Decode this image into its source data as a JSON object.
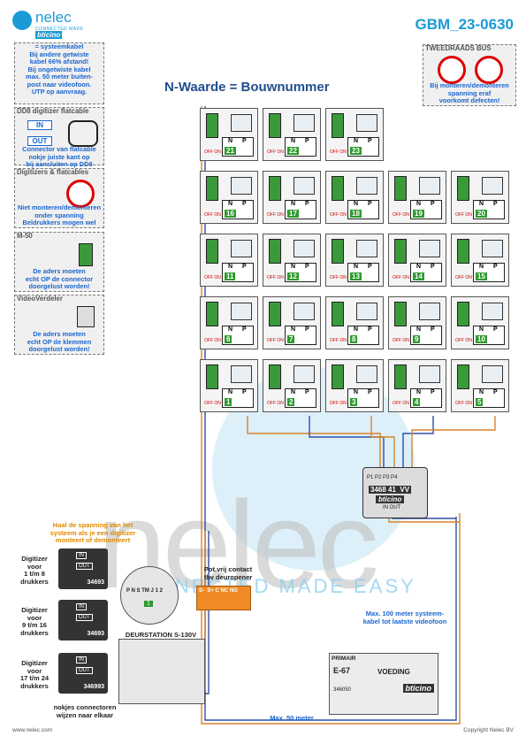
{
  "header": {
    "code": "GBM_23-0630",
    "brand": "nelec",
    "brand_sub": "CONNECTED MADE EASY",
    "brand_partner": "bticino",
    "heading": "N-Waarde = Bouwnummer"
  },
  "notes": {
    "systeemkabel": {
      "title": "= systeemkabel",
      "lines": [
        "Bij andere getwiste",
        "kabel 66% afstand!",
        "Bij ongetwiste kabel",
        "max. 50 meter buiten-",
        "post naar videofoon.",
        "UTP op aanvraag."
      ]
    },
    "dd8": {
      "title": "DD8 digitizer flatcable",
      "in": "IN",
      "out": "OUT",
      "lines": [
        "Connector van flatcable",
        "nokje juiste kant op",
        "bij aansluiten op DD8"
      ]
    },
    "digitizers": {
      "title": "Digitizers & flatcables",
      "lines": [
        "Niet monteren/demonteren",
        "onder spanning",
        "Beldrukkers mogen wel"
      ]
    },
    "m50": {
      "title": "M-50",
      "lines": [
        "De aders moeten",
        "echt OP de connector",
        "doorgelust worden!"
      ]
    },
    "videoverdeler": {
      "title": "VideoVerdeler",
      "lines": [
        "De aders moeten",
        "echt OP de klemmen",
        "doorgelust worden!"
      ]
    },
    "tweedraads": {
      "title": "TWEEDRAADS BUS",
      "lines": [
        "Bij monteren/demonteren",
        "spanning eraf",
        "voorkomt defecten!"
      ]
    }
  },
  "grid": {
    "rows": [
      [
        "21",
        "22",
        "23"
      ],
      [
        "16",
        "17",
        "18",
        "19",
        "20"
      ],
      [
        "11",
        "12",
        "13",
        "14",
        "15"
      ],
      [
        "6",
        "7",
        "8",
        "9",
        "10"
      ],
      [
        "1",
        "2",
        "3",
        "4",
        "5"
      ]
    ],
    "n_label": "N",
    "p_label": "P",
    "switch_label": "OFF ON"
  },
  "distributor": {
    "ports": "P1 P2 P3 P4",
    "model": "3468 41  VV",
    "brand": "bticino",
    "in_out": "IN OUT"
  },
  "left_panel": {
    "warning": [
      "Haal de spanning van het",
      "systeem als je een digitizer",
      "monteert of demonteert"
    ],
    "digitizer1": [
      "Digitizer",
      "voor",
      "1 t/m 8",
      "drukkers"
    ],
    "digitizer2": [
      "Digitizer",
      "voor",
      "9 t/m 16",
      "drukkers"
    ],
    "digitizer3": [
      "Digitizer",
      "voor",
      "17 t/m 24",
      "drukkers"
    ],
    "model1": "34693",
    "model2": "34693",
    "model3": "346993",
    "in": "IN",
    "out": "OUT",
    "deurstation": "DEURSTATION S-130V",
    "nokjes": [
      "nokjes connectoren",
      "wijzen naar elkaar"
    ],
    "terminal_labels": "P N S TM J 1 2",
    "terminal_value": "1"
  },
  "contact": {
    "title": [
      "Pot.vrij contact",
      "tbv deuropener"
    ],
    "terminals": "S-  S+ C NC NO"
  },
  "cable_note": [
    "Max. 100 meter systeem-",
    "kabel tot laatste videofoon"
  ],
  "max50": "Max. 50 meter",
  "voeding": {
    "primair": "PRIMAIR",
    "model": "E-67",
    "title": "VOEDING",
    "number": "346050",
    "brand": "bticino"
  },
  "watermark": {
    "text": "nelec",
    "sub": "CONNECTED MADE EASY"
  },
  "footer": {
    "left": "www.nelec.com",
    "right": "Copyright Nelec BV"
  },
  "colors": {
    "accent": "#1a9ad6",
    "note_text": "#1a66d0",
    "heading": "#1f4e8c",
    "wire_orange": "#d9822b",
    "wire_blue": "#2e4fa8",
    "connector_green": "#3a9a3a"
  }
}
